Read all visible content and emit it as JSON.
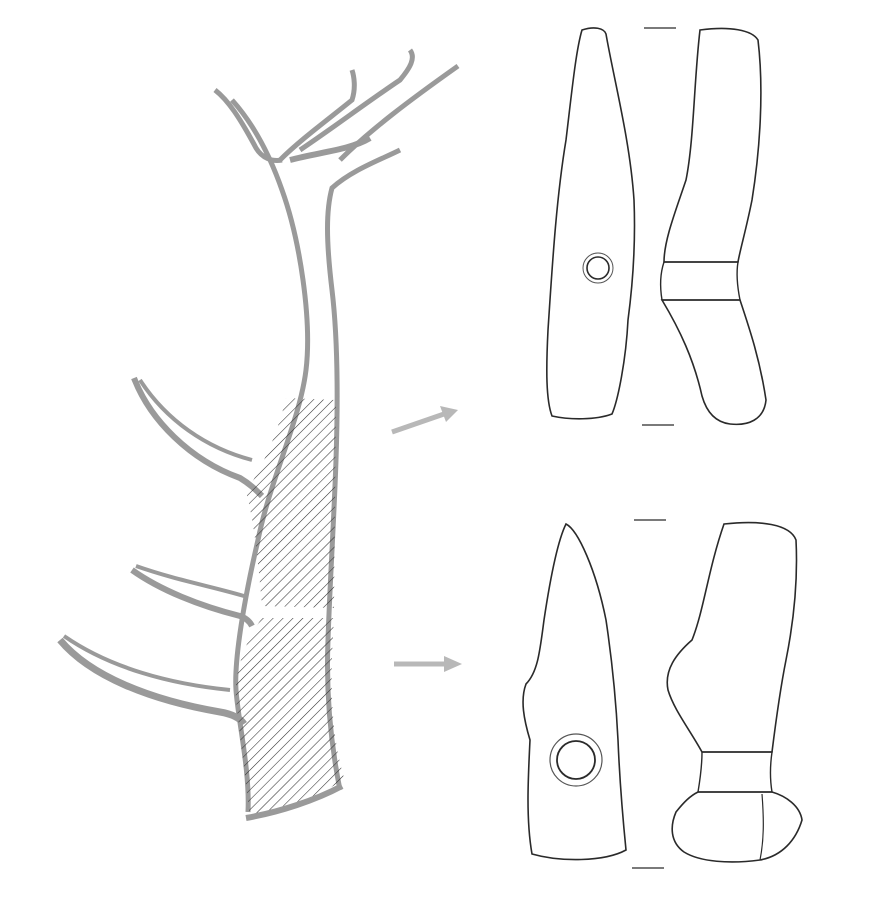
{
  "figure": {
    "kind": "archaeological-illustration",
    "colors": {
      "background": "#ffffff",
      "antler_outline": "#9a9a9a",
      "hatching": "#333333",
      "arrow": "#b8b8b8",
      "ink": "#2a2a2a"
    },
    "parts": [
      {
        "name": "red-deer-antler",
        "hatched_sections": 2
      },
      {
        "name": "antler-axe-upper",
        "views": [
          "front-view",
          "side-view"
        ],
        "shaft_hole": true
      },
      {
        "name": "antler-axe-lower",
        "views": [
          "front-view",
          "side-view"
        ],
        "shaft_hole": true
      }
    ],
    "arrows": 2
  }
}
